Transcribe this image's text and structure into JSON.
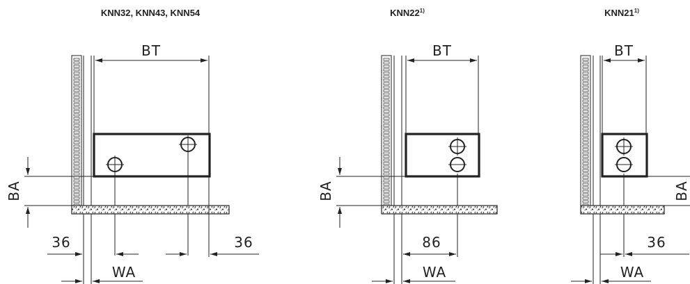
{
  "panels": [
    {
      "title": "KNN32, KNN43, KNN54",
      "top_dim": "BT",
      "left_dim": "BA",
      "bottom_dim_a": "36",
      "bottom_dim_b": "36",
      "bottom_dim_c": "WA"
    },
    {
      "title": "KNN22",
      "title_sup": "1)",
      "top_dim": "BT",
      "left_dim": "BA",
      "bottom_dim_a": "86",
      "bottom_dim_c": "WA"
    },
    {
      "title": "KNN21",
      "title_sup": "1)",
      "top_dim": "BT",
      "right_dim": "BA",
      "bottom_dim_a": "36",
      "bottom_dim_c": "WA"
    }
  ]
}
